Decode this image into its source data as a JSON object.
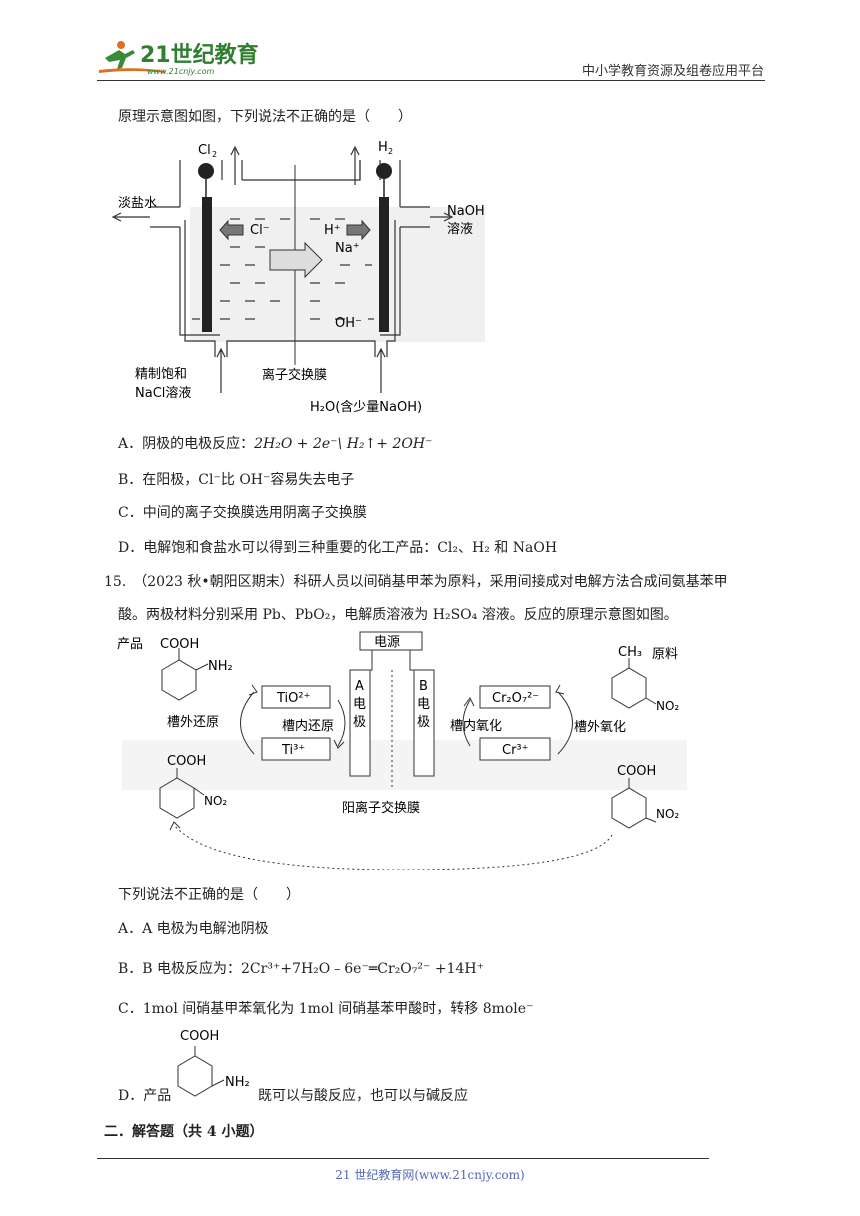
{
  "header": {
    "logo_main": "21世纪教育",
    "logo_url": "www.21cnjy.com",
    "right_text": "中小学教育资源及组卷应用平台"
  },
  "q14": {
    "intro": "原理示意图如图，下列说法不正确的是（　　）",
    "figure": {
      "cl2": "Cl",
      "h2": "H",
      "dilute_brine": "淡盐水",
      "naoh_out_1": "NaOH",
      "naoh_out_2": "溶液",
      "cl_ion": "Cl⁻",
      "h_ion": "H⁺",
      "na_ion": "Na⁺",
      "oh_ion": "OH⁻",
      "inlet_1": "精制饱和",
      "inlet_2": "NaCl溶液",
      "membrane": "离子交换膜",
      "water_in": "H₂O(含少量NaOH)"
    },
    "optA_prefix": "A．阴极的电极反应：",
    "optA_eq": "2H₂O + 2e⁻\\  H₂↑+ 2OH⁻",
    "optB": "B．在阳极，Cl⁻比 OH⁻容易失去电子",
    "optC": "C．中间的离子交换膜选用阴离子交换膜",
    "optD": "D．电解饱和食盐水可以得到三种重要的化工产品：Cl₂、H₂ 和 NaOH"
  },
  "q15": {
    "stem_1": "15.　（2023 秋•朝阳区期末）科研人员以间硝基甲苯为原料，采用间接成对电解方法合成间氨基苯甲",
    "stem_2": "酸。两极材料分别采用 Pb、PbO₂，电解质溶液为 H₂SO₄ 溶液。反应的原理示意图如图。",
    "figure": {
      "product": "产品",
      "cooh": "COOH",
      "nh2": "NH₂",
      "no2": "NO₂",
      "ch3": "CH₃",
      "raw": "原料",
      "power": "电源",
      "tio": "TiO²⁺",
      "ti3": "Ti³⁺",
      "cr2o7": "Cr₂O₇²⁻",
      "cr3": "Cr³⁺",
      "outer_red": "槽外还原",
      "inner_red": "槽内还原",
      "inner_ox": "槽内氧化",
      "outer_ox": "槽外氧化",
      "electrode_a": [
        "A",
        "电",
        "极"
      ],
      "electrode_b": [
        "B",
        "电",
        "极"
      ],
      "membrane": "阳离子交换膜"
    },
    "question": "下列说法不正确的是（　　）",
    "optA": "A．A 电极为电解池阴极",
    "optB": "B．B 电极反应为：2Cr³⁺+7H₂O﹣6e⁻═Cr₂O₇²⁻ +14H⁺",
    "optC": "C．1mol 间硝基甲苯氧化为 1mol 间硝基苯甲酸时，转移 8mole⁻",
    "optD_prefix": "D．产品",
    "optD_suffix": "既可以与酸反应，也可以与碱反应",
    "optD_cooh": "COOH",
    "optD_nh2": "NH₂"
  },
  "section2": "二．解答题（共 4 小题）",
  "footer": "21 世纪教育网(www.21cnjy.com)"
}
